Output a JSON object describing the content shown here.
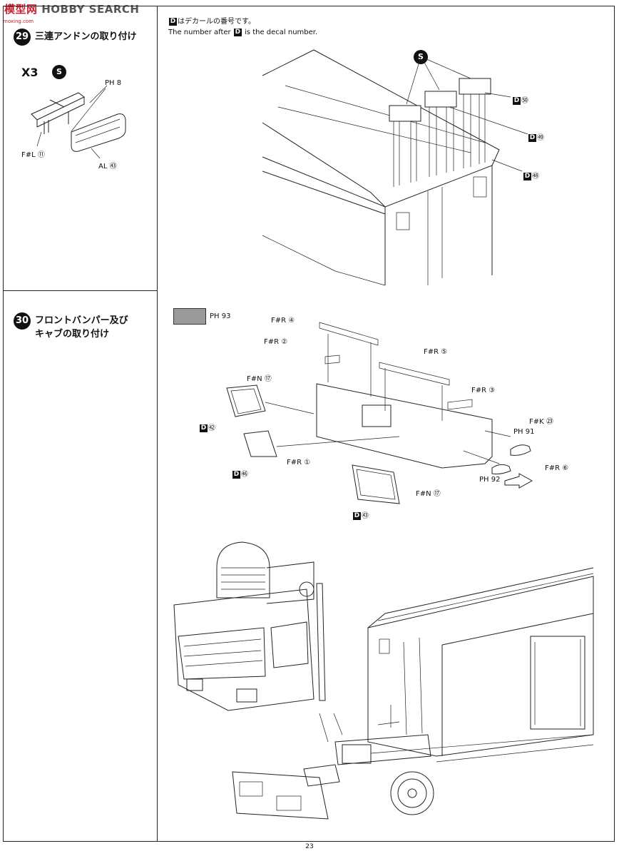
{
  "watermark": {
    "part1": "模型网",
    "part2": "HOBBY SEARCH",
    "url": "moxing.com"
  },
  "note": {
    "jp_suffix": "はデカールの番号です。",
    "en_prefix": "The number after",
    "en_suffix": "is the decal number.",
    "decal_mark": "D"
  },
  "step29": {
    "number": "29",
    "title": "三連アンドンの取り付け",
    "qty_marks": "X3",
    "icon_s": "S",
    "labels": {
      "ph8": "PH 8",
      "fl11": "F#L ⑪",
      "al53": "AL ㊸"
    },
    "decals": {
      "d50": "㊿",
      "d49": "㊾",
      "d48": "㊽"
    },
    "s_mark": "S"
  },
  "step30": {
    "number": "30",
    "title_line1": "フロントバンパー及び",
    "title_line2": "キャブの取り付け",
    "swatch_label": "PH 93",
    "labels": {
      "fr4": "F#R ④",
      "fr2": "F#R ②",
      "fr5": "F#R ⑤",
      "fn17a": "F#N ⑰",
      "fr3": "F#R ③",
      "fk23": "F#K ㉓",
      "ph91": "PH 91",
      "fr6": "F#R ⑥",
      "fr1": "F#R ①",
      "ph92": "PH 92",
      "fn17b": "F#N ⑰",
      "d52": "㊷",
      "d56": "㊻",
      "d53": "㊸"
    }
  },
  "page_number": "23"
}
